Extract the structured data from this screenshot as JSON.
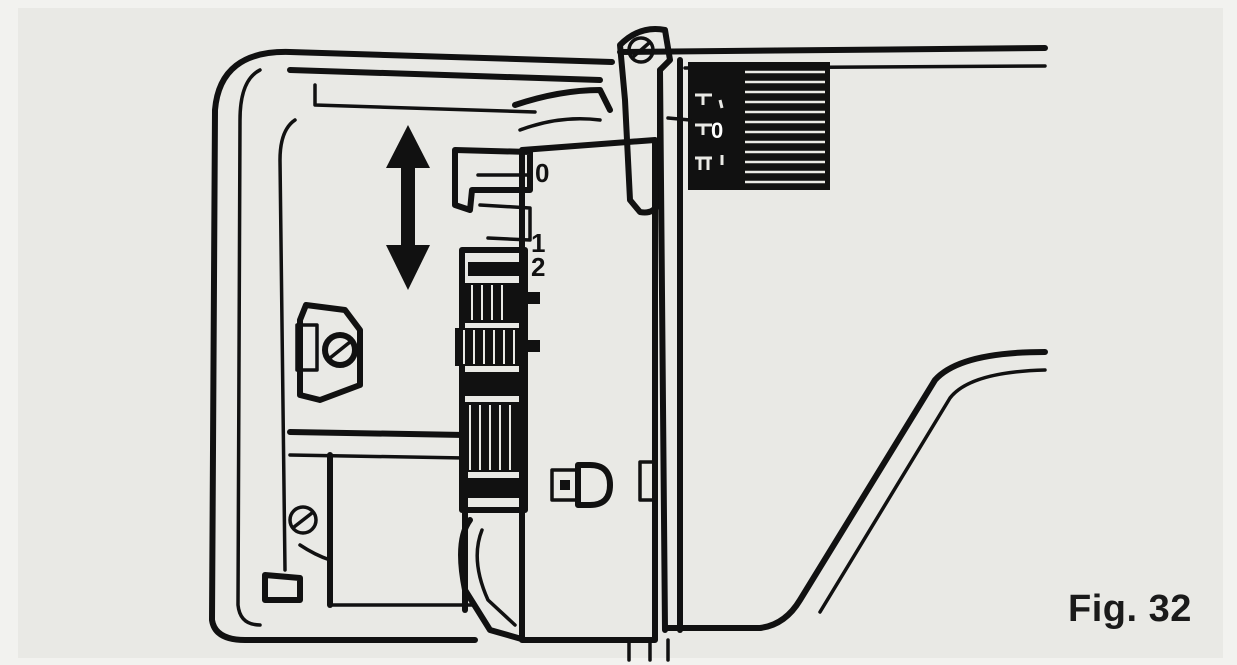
{
  "figure": {
    "label": "Fig. 32",
    "scale_marks": [
      "0",
      "1",
      "2"
    ],
    "dial_marks": [
      "0"
    ]
  },
  "colors": {
    "background": "#f2f2ef",
    "ink": "#111111",
    "panel": "#e9e9e5"
  },
  "icons": {
    "arrow": "double-headed-vertical-arrow-icon",
    "screw": "screw-head-icon",
    "lamp": "lamp-symbol-icon"
  }
}
